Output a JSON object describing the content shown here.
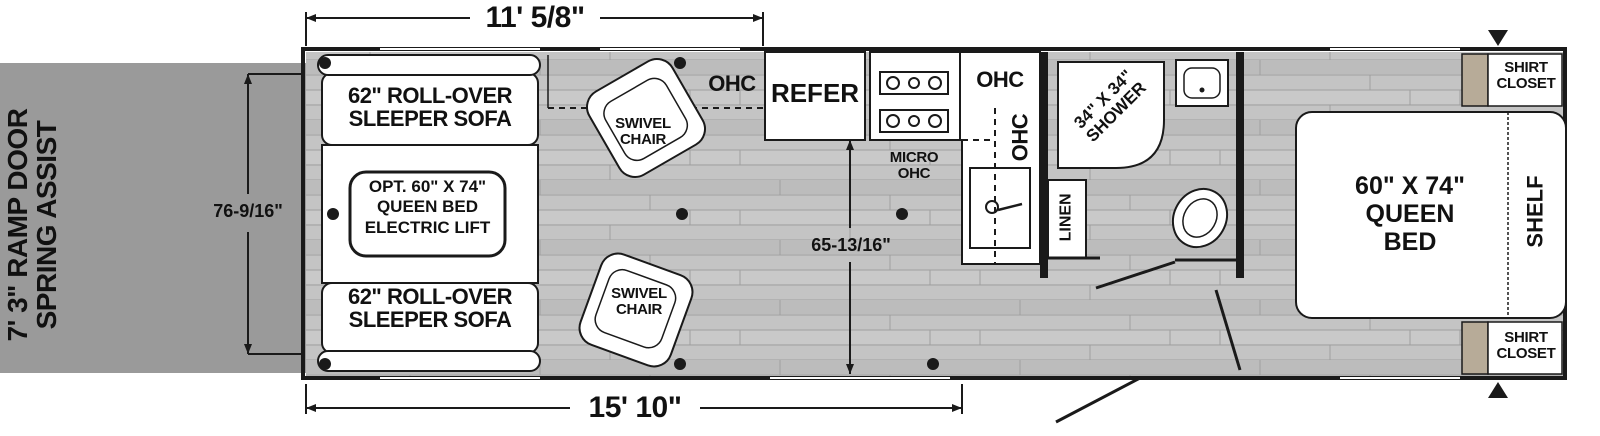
{
  "dimensions": {
    "top_length": "11' 5/8\"",
    "bottom_length": "15' 10\"",
    "garage_width": "76-9/16\"",
    "interior_width": "65-13/16\""
  },
  "ramp": {
    "label_line1": "7' 3\" RAMP DOOR",
    "label_line2": "SPRING ASSIST"
  },
  "sofa_top": {
    "line1": "62\" ROLL-OVER",
    "line2": "SLEEPER SOFA"
  },
  "sofa_bottom": {
    "line1": "62\" ROLL-OVER",
    "line2": "SLEEPER SOFA"
  },
  "opt_bed": {
    "line1": "OPT. 60\" X 74\"",
    "line2": "QUEEN BED",
    "line3": "ELECTRIC LIFT"
  },
  "chair_top": {
    "line1": "SWIVEL",
    "line2": "CHAIR"
  },
  "chair_bottom": {
    "line1": "SWIVEL",
    "line2": "CHAIR"
  },
  "ohc_left": "OHC",
  "refer": "REFER",
  "ohc_kitchen": "OHC",
  "ohc_vertical": "OHC",
  "micro": {
    "line1": "MICRO",
    "line2": "OHC"
  },
  "shower": {
    "line1": "34\" X 34\"",
    "line2": "SHOWER"
  },
  "linen": "LINEN",
  "queen_bed": {
    "line1": "60\" X 74\"",
    "line2": "QUEEN",
    "line3": "BED"
  },
  "shelf": "SHELF",
  "closet_top": {
    "line1": "SHIRT",
    "line2": "CLOSET"
  },
  "closet_bottom": {
    "line1": "SHIRT",
    "line2": "CLOSET"
  },
  "colors": {
    "floor": "#bdbdbd",
    "plank_line": "#a4a4a4",
    "ramp": "#999999",
    "wall": "#1a1a1a",
    "furniture": "#ffffff",
    "closet_fill": "#b7ab98"
  }
}
